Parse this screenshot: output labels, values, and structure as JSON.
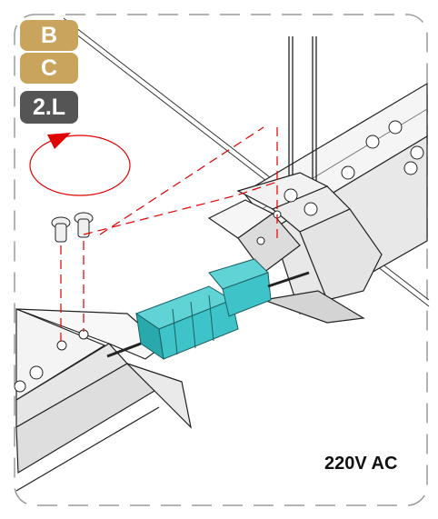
{
  "badges": [
    {
      "label": "B",
      "color": "#c9a45c"
    },
    {
      "label": "C",
      "color": "#c9a45c"
    },
    {
      "label": "2.L",
      "color": "#555555"
    }
  ],
  "voltage_label": "220V AC",
  "colors": {
    "connector": "#3ec4c8",
    "connector_dark": "#1b8f94",
    "rotation_arrow": "#e00000",
    "guide_lines": "#e00000",
    "frame_dash": "#9a9a9a",
    "housing": "#eeeeee",
    "outline": "#222222"
  },
  "icons": [
    "rotate-clockwise-icon",
    "screw-icon",
    "terminal-block-icon"
  ]
}
